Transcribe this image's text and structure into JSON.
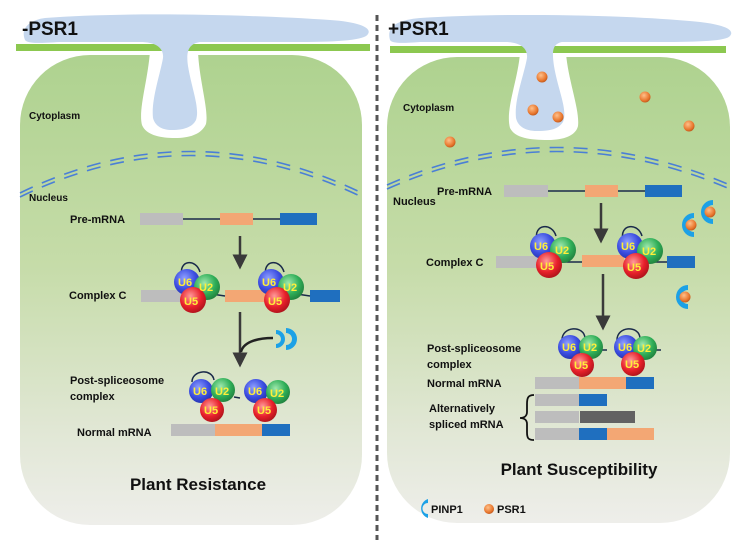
{
  "panels": {
    "left": {
      "title": "-PSR1",
      "cytoplasm": "Cytoplasm",
      "nucleus": "Nucleus",
      "pre_mrna": "Pre-mRNA",
      "complex_c": "Complex C",
      "post_line1": "Post-spliceosome",
      "post_line2": "complex",
      "normal_mrna": "Normal mRNA",
      "outcome": "Plant Resistance"
    },
    "right": {
      "title": "+PSR1",
      "cytoplasm": "Cytoplasm",
      "nucleus": "Nucleus",
      "pre_mrna": "Pre-mRNA",
      "complex_c": "Complex C",
      "post_line1": "Post-spliceosome",
      "post_line2": "complex",
      "normal_mrna": "Normal mRNA",
      "alt_line1": "Alternatively",
      "alt_line2": "spliced mRNA",
      "outcome": "Plant Susceptibility"
    }
  },
  "snrnps": {
    "u6": "U6",
    "u2": "U2",
    "u5": "U5"
  },
  "legend": {
    "pinp1": "PINP1",
    "psr1": "PSR1"
  },
  "colors": {
    "membrane_green": "#8cc850",
    "haustorium_blue": "#c5d7ee",
    "nuclear_envelope": "#4a7fd6",
    "exon_grey": "#bdbdbd",
    "exon_orange": "#f3a774",
    "exon_blue": "#1f6fbf",
    "exon_dark": "#626262",
    "pinp1_blue": "#1ca1e6",
    "psr1_orange": "#e8762d",
    "u6": "#3b4de0",
    "u2": "#2fae57",
    "u5": "#e8202a"
  }
}
